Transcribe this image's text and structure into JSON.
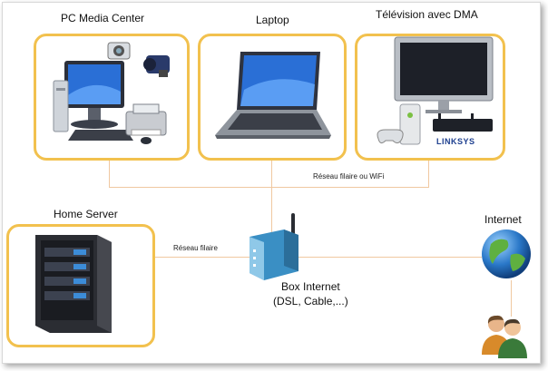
{
  "nodes": {
    "pc_media_center": "PC Media Center",
    "laptop": "Laptop",
    "tv_dma": "Télévision avec DMA",
    "home_server": "Home Server",
    "internet": "Internet",
    "box_internet_line1": "Box Internet",
    "box_internet_line2": "(DSL, Cable,...)"
  },
  "links": {
    "wired_or_wifi": "Réseau filaire ou WiFi",
    "wired": "Réseau filaire"
  },
  "brand": {
    "linksys": "LINKSYS"
  },
  "colors": {
    "box_border": "#f2c14e",
    "connector": "#f0c8a0"
  }
}
